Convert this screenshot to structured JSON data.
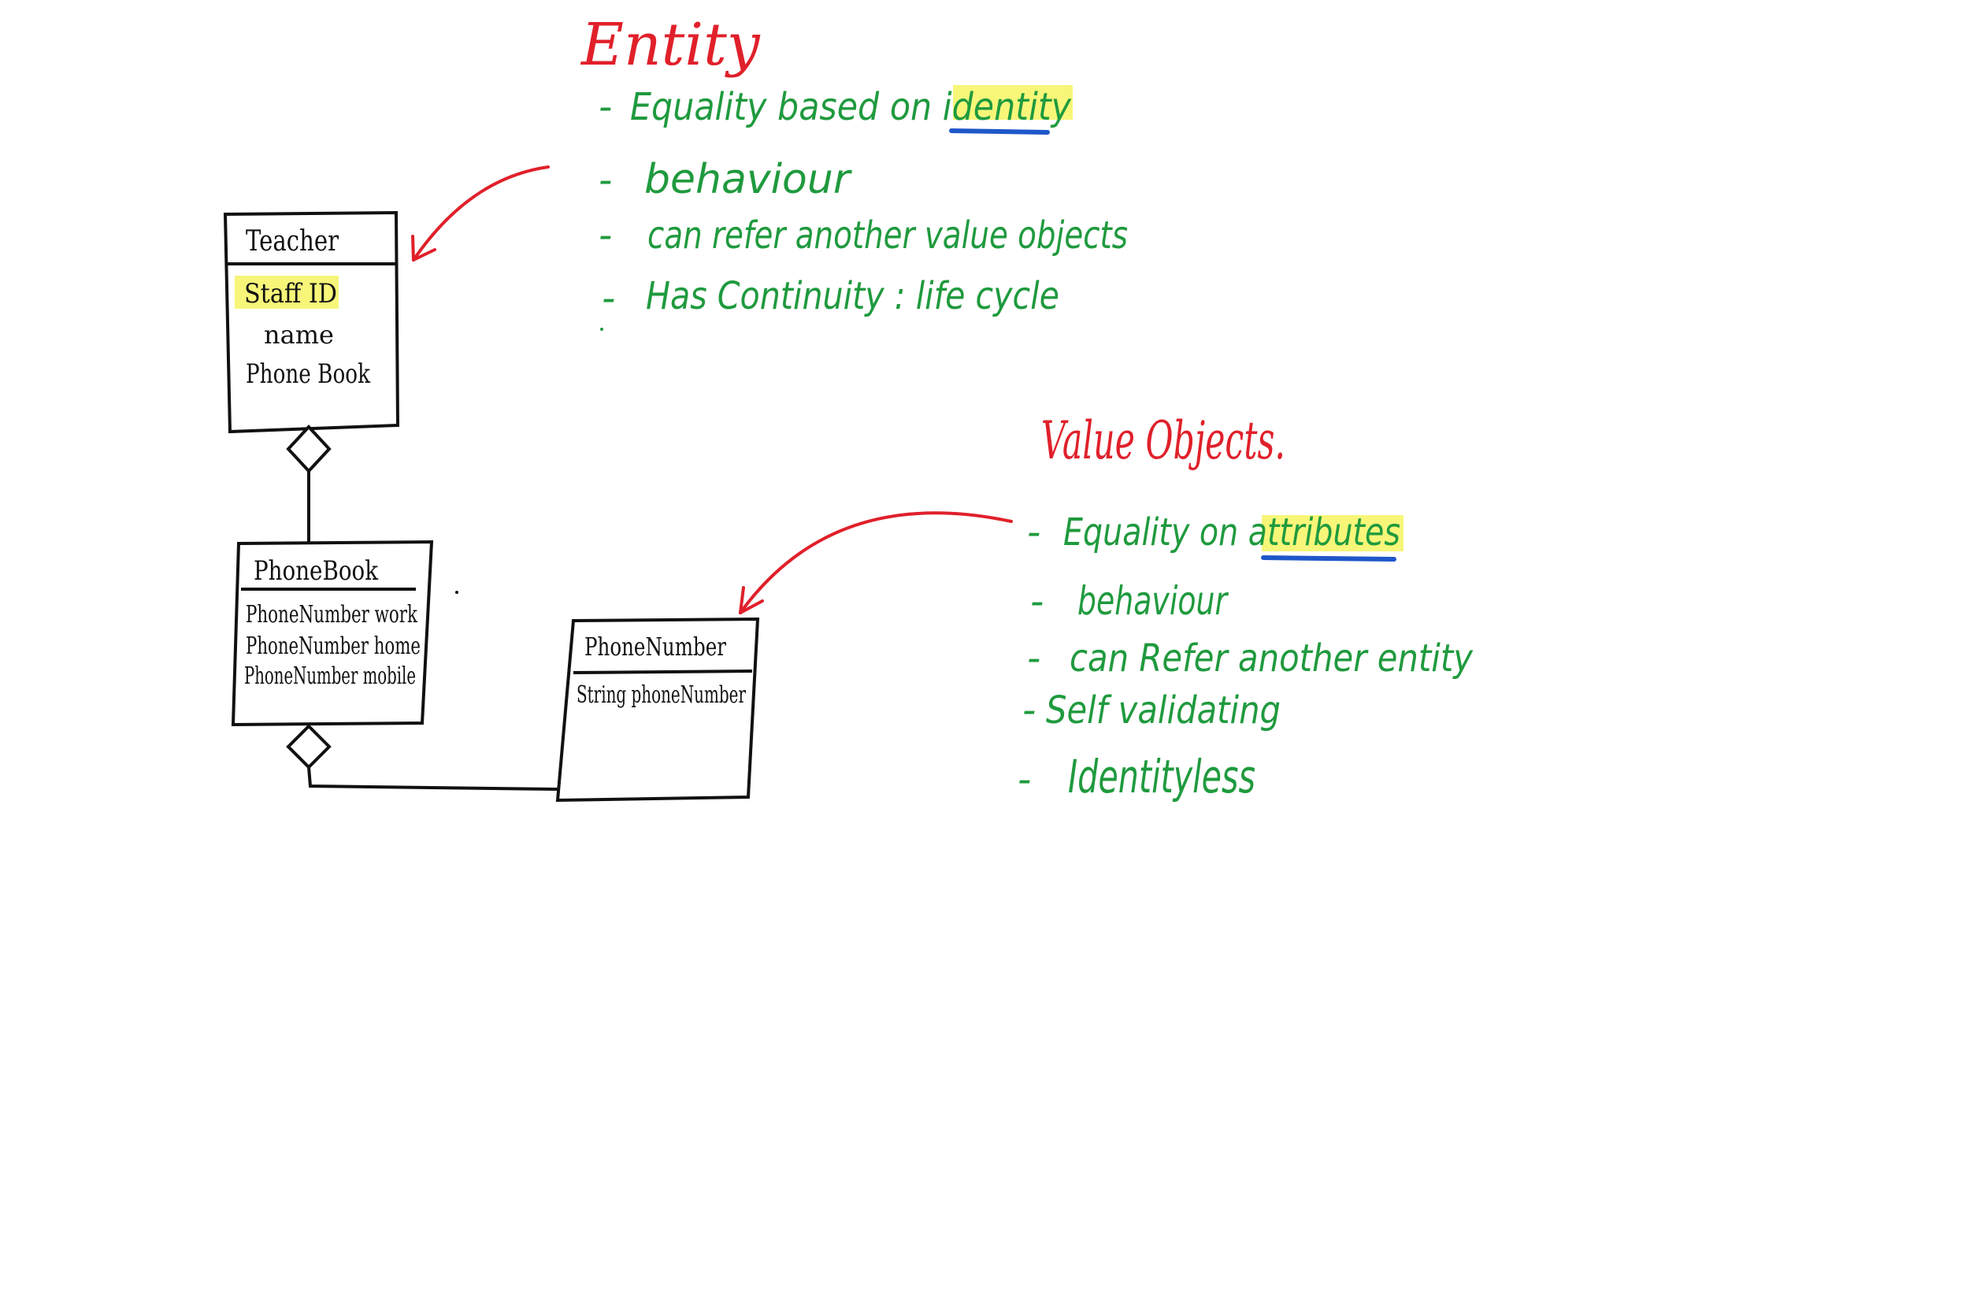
{
  "colors": {
    "ink": "#111111",
    "red": "#e0202a",
    "green": "#1f9a3e",
    "highlight": "#f6f56a",
    "underline_blue": "#1f57c9"
  },
  "entity": {
    "title": "Entity",
    "items": [
      "Equality based on identity",
      "behaviour",
      "can refer another value objects",
      "Has Continuity : life cycle"
    ]
  },
  "value_objects": {
    "title": "Value Objects.",
    "items": [
      "Equality on attributes",
      "behaviour",
      "can Refer another entity",
      "Self validating",
      "Identityless"
    ]
  },
  "uml": {
    "teacher": {
      "name": "Teacher",
      "attributes": [
        "Staff ID",
        "name",
        "Phone Book"
      ]
    },
    "phonebook": {
      "name": "PhoneBook",
      "attributes": [
        "PhoneNumber work",
        "PhoneNumber home",
        "PhoneNumber mobile"
      ]
    },
    "phonenumber": {
      "name": "PhoneNumber",
      "attributes": [
        "String phoneNumber"
      ]
    }
  }
}
